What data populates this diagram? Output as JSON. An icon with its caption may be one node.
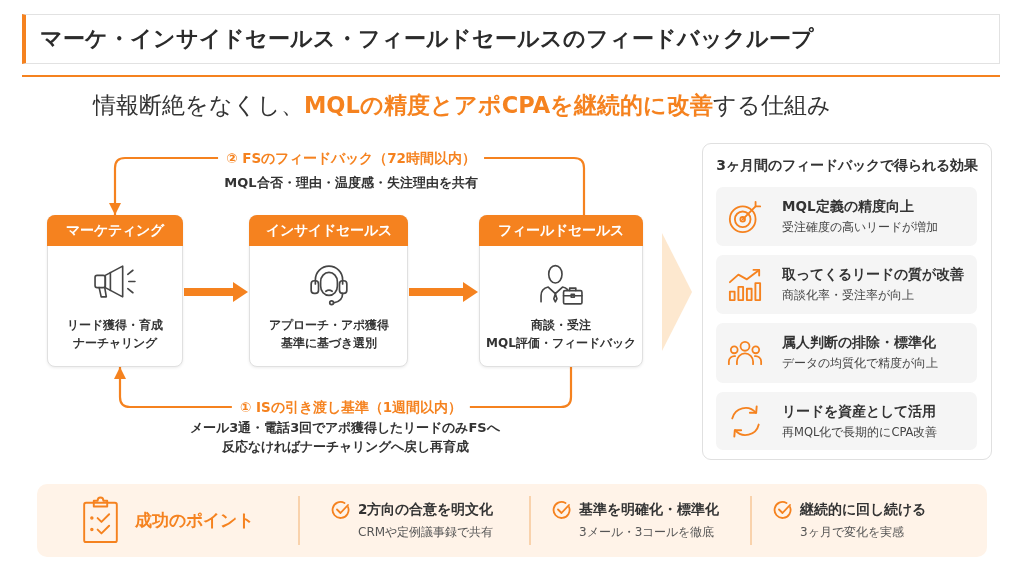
{
  "diagram": {
    "title": "マーケ・インサイドセールス・フィールドセールスのフィードバックループ",
    "nodes": [
      {
        "text": [
          "マーケティング",
          "リード獲得・育成",
          "ナーチャリング"
        ]
      },
      {
        "text": [
          "インサイドセールス",
          "アプローチ・アポ獲得",
          "基準に基づき選別"
        ]
      },
      {
        "text": [
          "フィールドセールス",
          "商談・受注",
          "MQL評価・フィードバック"
        ]
      },
      {
        "text": [
          "3ヶ月間のフィードバックで得られる効果"
        ]
      },
      {
        "text": [
          "MQL定義の精度向上",
          "受注確度の高いリードが増加"
        ],
        "in": 3
      },
      {
        "text": [
          "取ってくるリードの質が改善",
          "商談化率・受注率が向上"
        ],
        "in": 3
      },
      {
        "text": [
          "属人判断の排除・標準化",
          "データの均質化で精度が向上"
        ],
        "in": 3
      },
      {
        "text": [
          "リードを資産として活用",
          "再MQL化で長期的にCPA改善"
        ],
        "in": 3
      },
      {
        "text": [
          "成功のポイント",
          "2方向の合意を明文化",
          "CRMや定例議事録で共有",
          "基準を明確化・標準化",
          "3メール・3コールを徹底",
          "継続的に回し続ける",
          "3ヶ月で変化を実感"
        ]
      }
    ],
    "edges": [
      {
        "from": 0,
        "to": 1,
        "arrow": "to",
        "style": "thick"
      },
      {
        "from": 1,
        "to": 2,
        "arrow": "to",
        "style": "thick"
      },
      {
        "from": 2,
        "to": 0,
        "arrow": "to",
        "label": "② FSのフィードバック（72時間以内）"
      },
      {
        "from": 2,
        "to": 0,
        "arrow": "to",
        "label": "① ISの引き渡し基準（1週間以内）"
      },
      {
        "from": 2,
        "to": 3,
        "arrow": "to",
        "style": "thick",
        "color": "#fde8cf"
      }
    ],
    "labels": [
      "情報断絶をなくし、**MQLの精度とアポCPAを継続的に改善**する仕組み",
      "MQL合否・理由・温度感・失注理由を共有",
      "メール3通・電話3回でアポ獲得したリードのみFSへ",
      "反応なければナーチャリングへ戻し再育成"
    ]
  }
}
